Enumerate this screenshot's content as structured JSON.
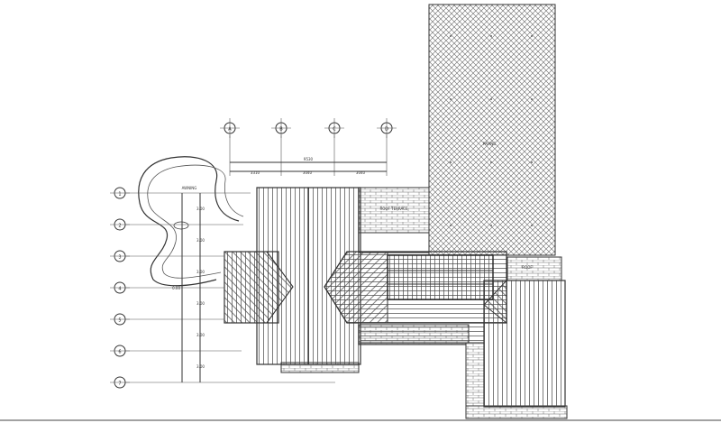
{
  "grid": {
    "columns": [
      "A",
      "B",
      "C",
      "D"
    ],
    "rows": [
      "1",
      "2",
      "3",
      "4",
      "5",
      "6",
      "7"
    ]
  },
  "labels": {
    "overall_dim": "9530",
    "span_1": "3310",
    "span_2": "3040",
    "span_3": "3040",
    "awning": "AWNING",
    "terrace": "ROOF TERRACE",
    "roof_name": "ROOF",
    "paving": "PAVING",
    "level": "0.00",
    "row_dims": [
      "3.00",
      "3.00",
      "3.00",
      "3.00",
      "3.00",
      "3.00"
    ]
  },
  "colors": {
    "line": "#333333",
    "fill": "#ffffff"
  }
}
